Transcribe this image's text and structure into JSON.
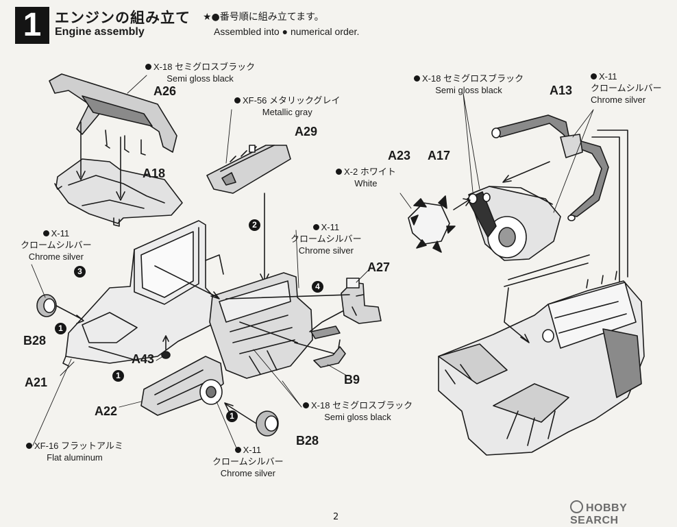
{
  "step": {
    "number": "1",
    "title_jp": "エンジンの組み立て",
    "title_en": "Engine assembly",
    "note_jp": "★●番号順に組み立てます。",
    "note_en": "Assembled into ● numerical order."
  },
  "paint_labels": [
    {
      "id": "x18_top",
      "line1": "X-18 セミグロスブラック",
      "line2": "Semi gloss black"
    },
    {
      "id": "xf56",
      "line1": "XF-56 メタリックグレイ",
      "line2": "Metallic gray"
    },
    {
      "id": "x18_right",
      "line1": "X-18 セミグロスブラック",
      "line2": "Semi gloss black"
    },
    {
      "id": "x11_right",
      "line1": "X-11",
      "line2": "クロームシルバー",
      "line3": "Chrome silver"
    },
    {
      "id": "x2",
      "line1": "X-2 ホワイト",
      "line2": "White"
    },
    {
      "id": "x11_left",
      "line1": "X-11",
      "line2": "クロームシルバー",
      "line3": "Chrome silver"
    },
    {
      "id": "x11_mid",
      "line1": "X-11",
      "line2": "クロームシルバー",
      "line3": "Chrome silver"
    },
    {
      "id": "x18_mid",
      "line1": "X-18 セミグロスブラック",
      "line2": "Semi gloss black"
    },
    {
      "id": "xf16",
      "line1": "XF-16 フラットアルミ",
      "line2": "Flat aluminum"
    },
    {
      "id": "x11_bottom",
      "line1": "X-11",
      "line2": "クロームシルバー",
      "line3": "Chrome silver"
    }
  ],
  "parts": {
    "a26": "A26",
    "a18": "A18",
    "a29": "A29",
    "a13": "A13",
    "a23": "A23",
    "a17": "A17",
    "a27": "A27",
    "b28_left": "B28",
    "a21": "A21",
    "a43": "A43",
    "b9": "B9",
    "a22": "A22",
    "b28_bottom": "B28"
  },
  "step_numbers": {
    "n1_a": "1",
    "n1_b": "1",
    "n1_c": "1",
    "n2": "2",
    "n3": "3",
    "n4": "4"
  },
  "watermark": "HOBBY SEARCH",
  "page_number": "2"
}
